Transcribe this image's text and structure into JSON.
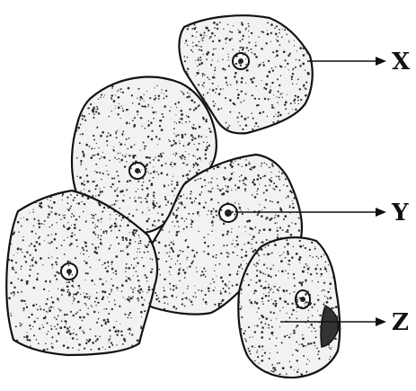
{
  "labels": {
    "x": "X",
    "y": "Y",
    "z": "Z"
  },
  "colors": {
    "ink": "#111111",
    "cell_fill": "#f2f2f2",
    "background": "#ffffff"
  },
  "icons": {
    "cells": "squamous-epithelial-cell-drawing",
    "pointers": "arrow-right-icon"
  }
}
